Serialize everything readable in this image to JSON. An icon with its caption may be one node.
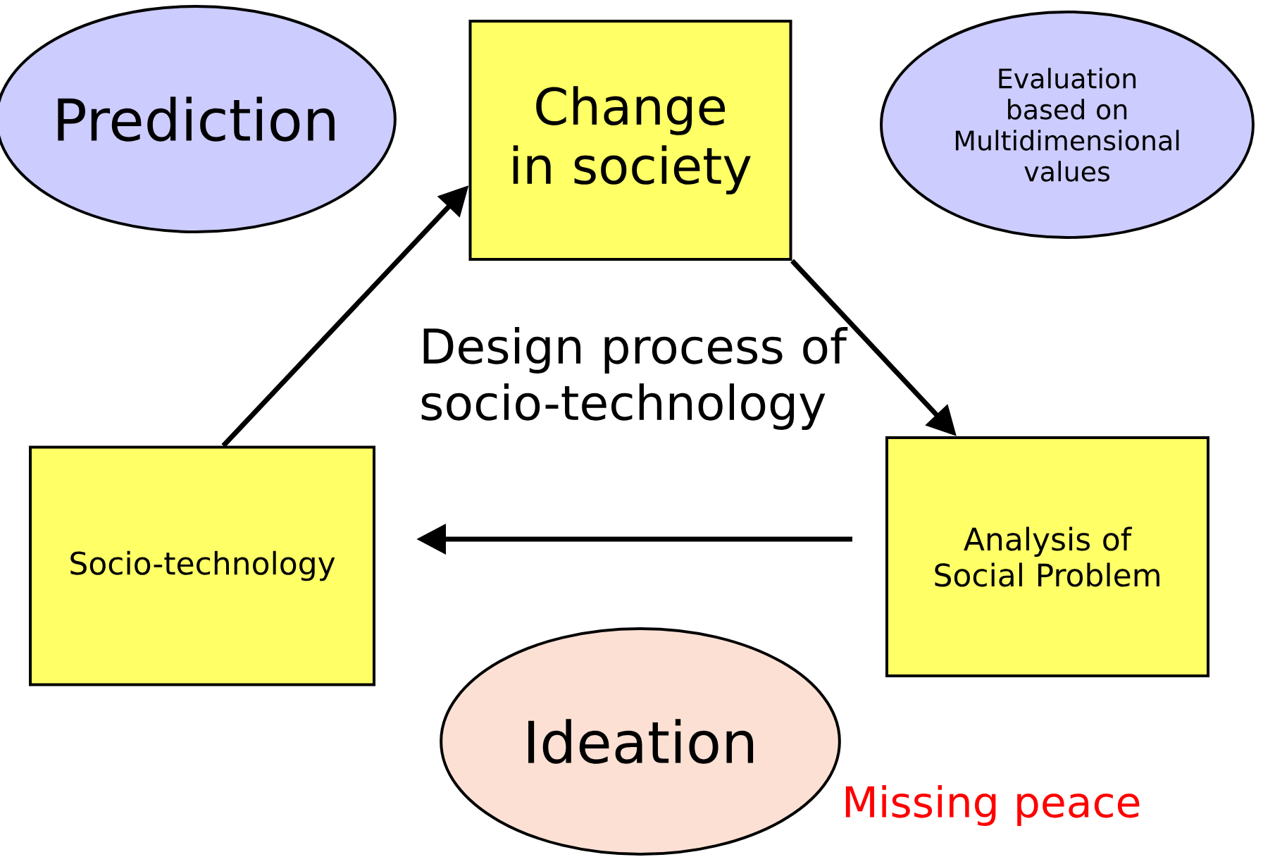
{
  "diagram": {
    "nodes": [
      {
        "text": [
          "Prediction"
        ]
      },
      {
        "text": [
          "Change in society"
        ]
      },
      {
        "text": [
          "Evaluation based on Multidimensional values"
        ]
      },
      {
        "text": [
          "Socio-technology"
        ]
      },
      {
        "text": [
          "Analysis of Social Problem"
        ]
      },
      {
        "text": [
          "Ideation"
        ]
      }
    ],
    "edges": [
      {
        "from": 3,
        "to": 1,
        "arrow": "to"
      },
      {
        "from": 1,
        "to": 4,
        "arrow": "to"
      },
      {
        "from": 4,
        "to": 3,
        "arrow": "to"
      }
    ],
    "labels": [
      "Design process of socio-technology",
      "Missing peace"
    ]
  }
}
